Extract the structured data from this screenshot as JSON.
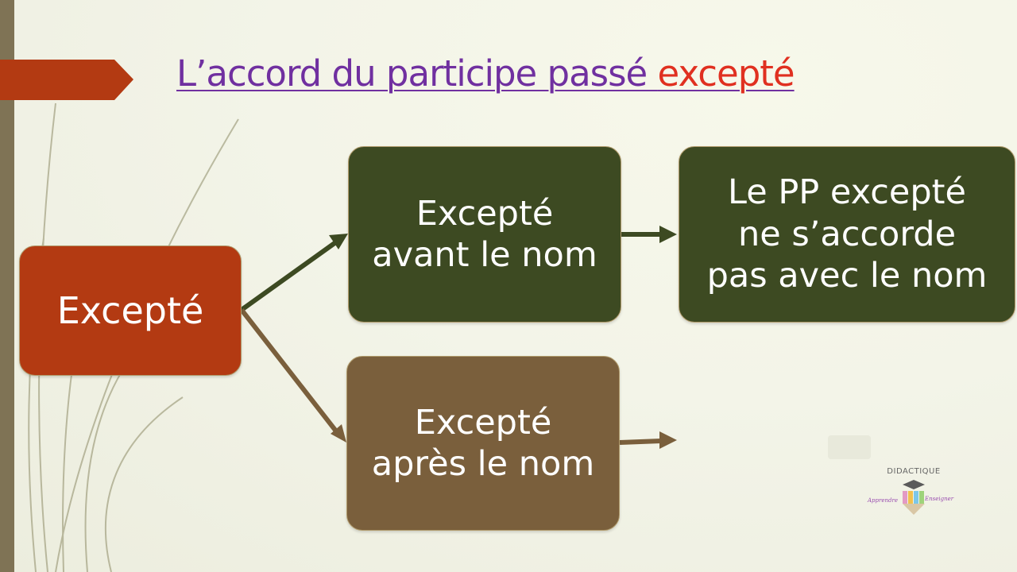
{
  "slide": {
    "title_main": "L’accord du participe passé ",
    "title_accent": "excepté"
  },
  "diagram": {
    "root": "Excepté",
    "branch_before": "Excepté\navant le nom",
    "result_before": "Le PP excepté\nne s’accorde\npas avec le nom",
    "branch_after": "Excepté\naprès le nom"
  },
  "logo": {
    "title": "DIDACTIQUE",
    "left_word": "Apprendre",
    "right_word": "Enseigner"
  },
  "colors": {
    "title": "#7030a0",
    "accent": "#e03020",
    "root_box": "#b33a12",
    "dark_green_box": "#3d4a22",
    "brown_box": "#7a5f3c"
  }
}
